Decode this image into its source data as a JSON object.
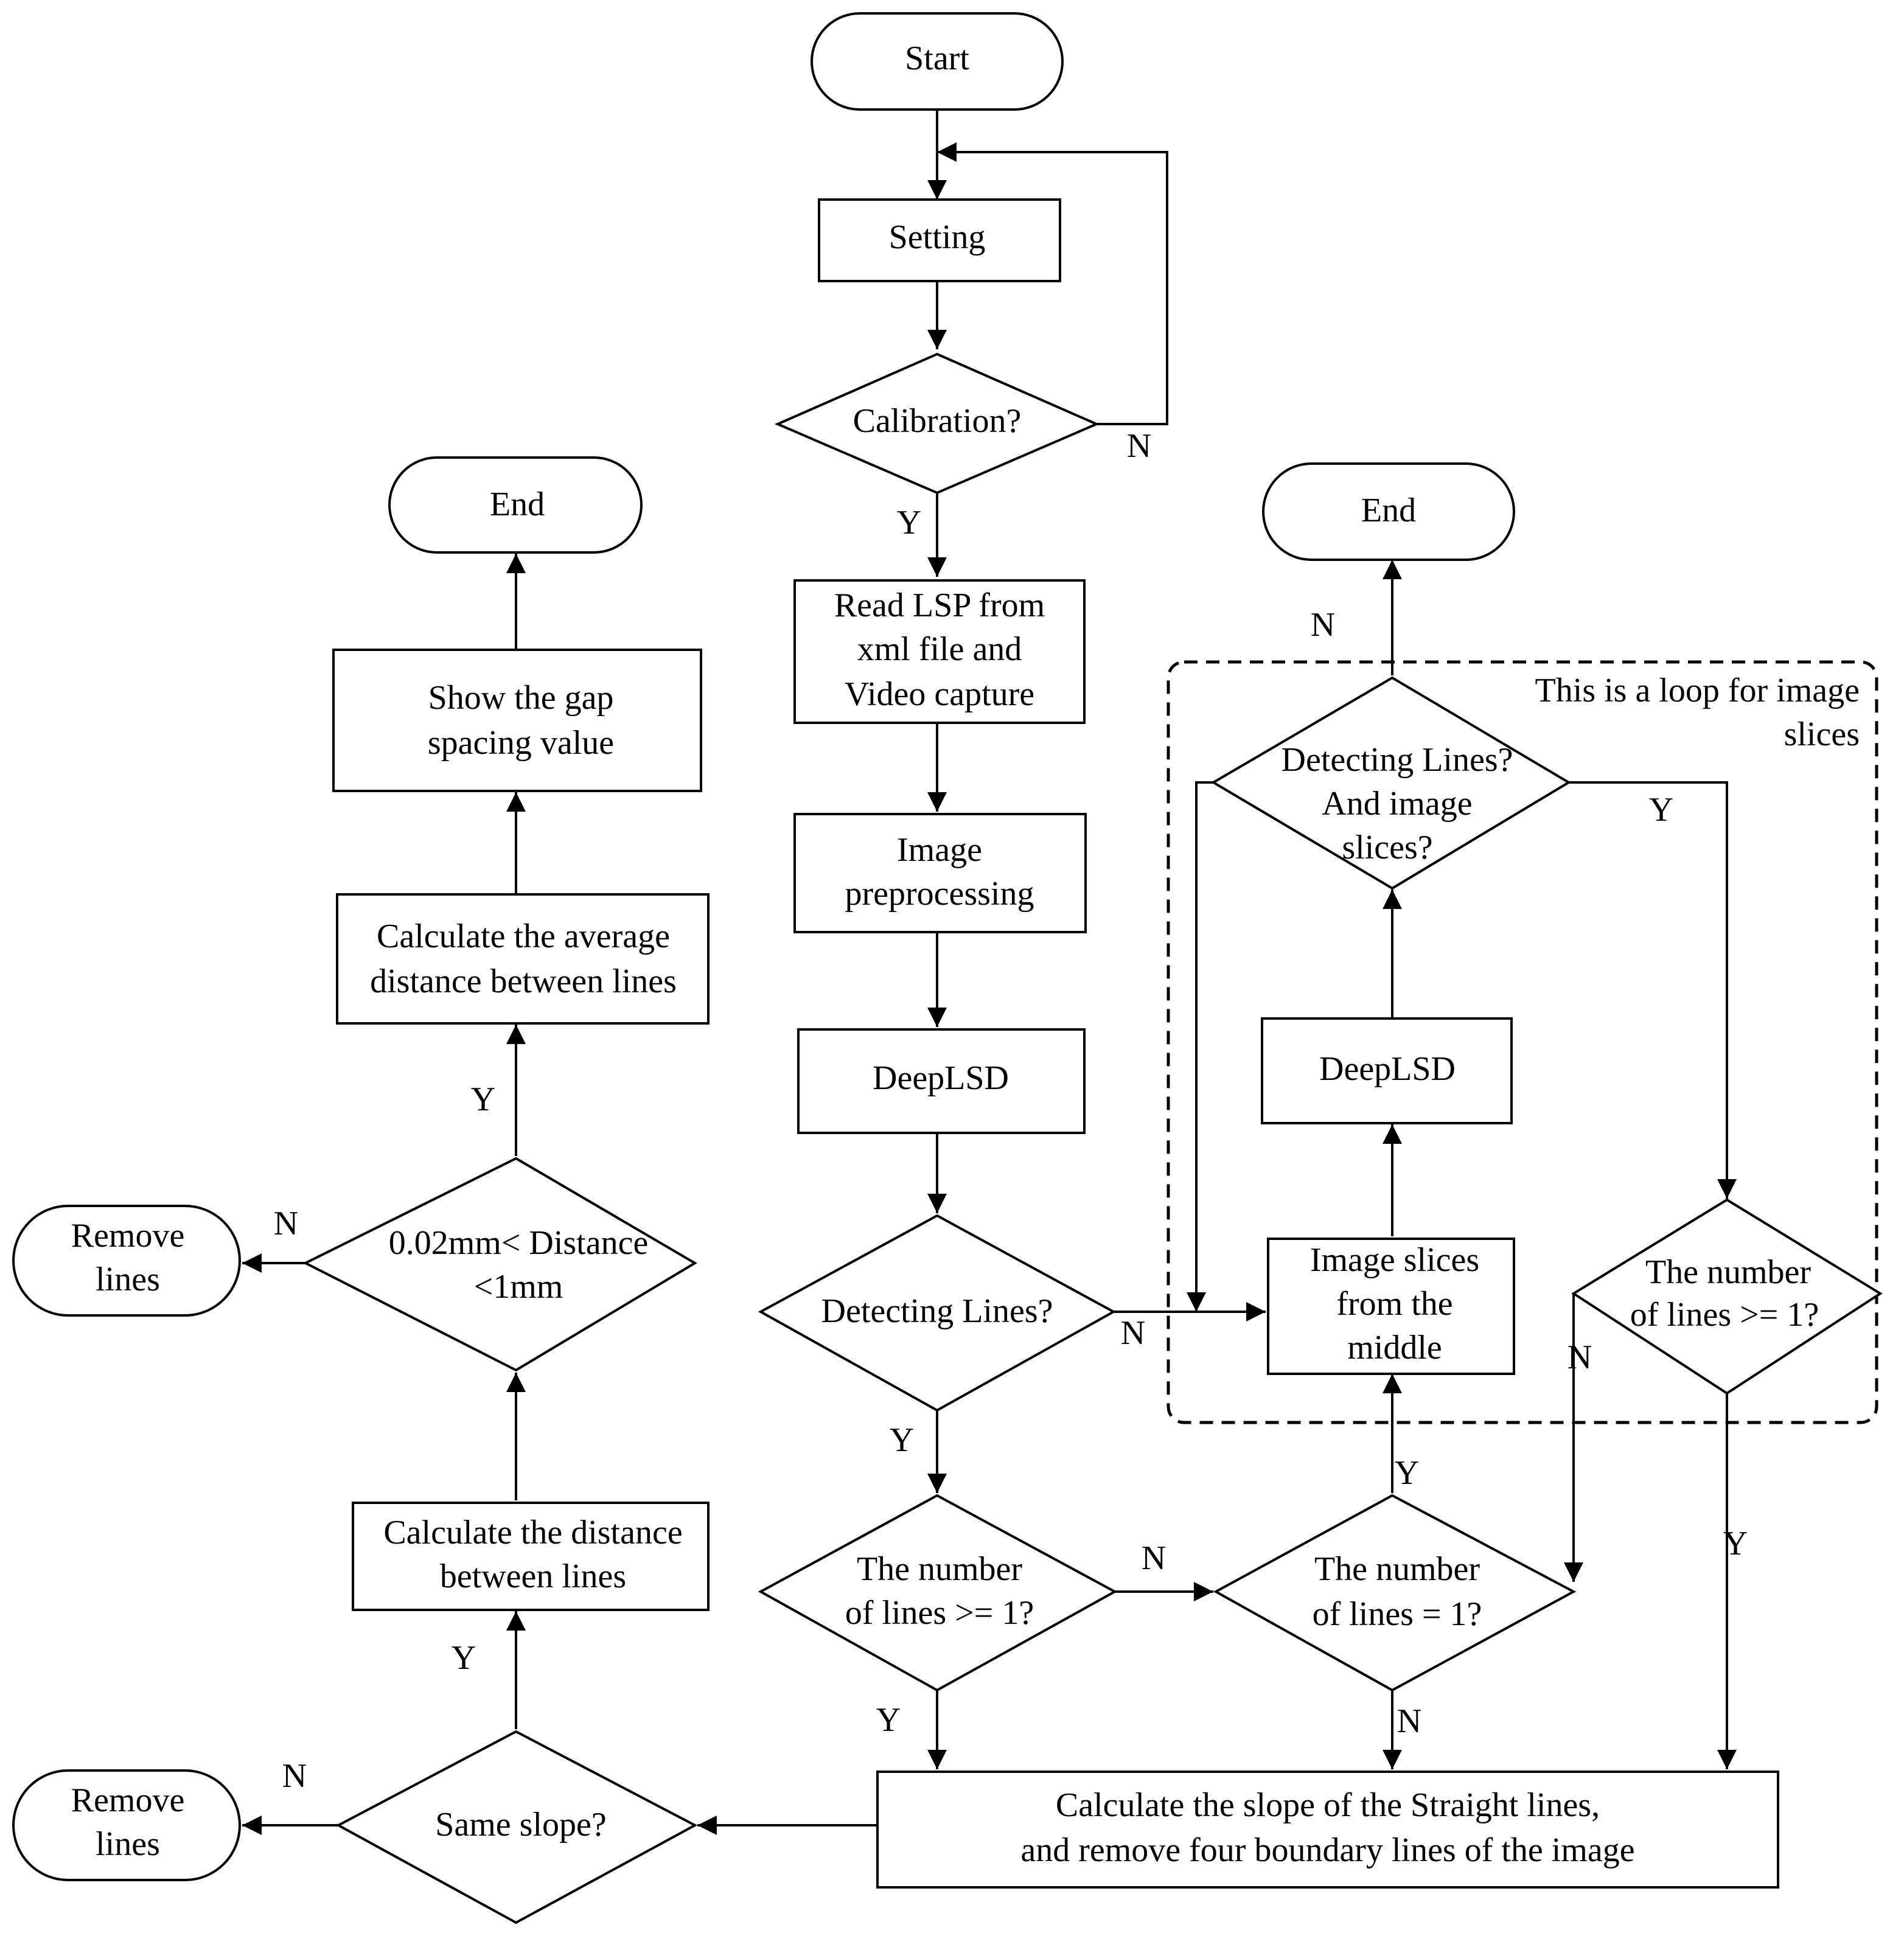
{
  "nodes": {
    "start": [
      "Start"
    ],
    "setting": [
      "Setting"
    ],
    "calibration": [
      "Calibration?"
    ],
    "read_lsp": [
      "Read LSP from",
      "xml file and",
      "Video capture"
    ],
    "preprocess": [
      "Image",
      "preprocessing"
    ],
    "deeplsd_main": [
      "DeepLSD"
    ],
    "detect_main": [
      "Detecting Lines?"
    ],
    "num_ge1_main": [
      "The number",
      "of lines >= 1?"
    ],
    "num_eq1": [
      "The number",
      "of lines = 1?"
    ],
    "slope_calc": [
      "Calculate the slope of the Straight lines,",
      "and remove four boundary lines of the image"
    ],
    "same_slope": [
      "Same slope?"
    ],
    "remove_bottom": [
      "Remove",
      "lines"
    ],
    "calc_distance": [
      "Calculate the distance",
      "between lines"
    ],
    "distance_check": [
      "0.02mm< Distance",
      "<1mm"
    ],
    "remove_mid": [
      "Remove",
      "lines"
    ],
    "calc_avg": [
      "Calculate the average",
      "distance between lines"
    ],
    "show_gap": [
      "Show the gap",
      "spacing value"
    ],
    "end_left": [
      "End"
    ],
    "slices_middle": [
      "Image slices",
      "from the",
      "middle"
    ],
    "deeplsd_loop": [
      "DeepLSD"
    ],
    "detect_slices": [
      "Detecting Lines?",
      "And image",
      "slices?"
    ],
    "end_right": [
      "End"
    ],
    "num_ge1_loop": [
      "The number",
      "of lines >= 1?"
    ]
  },
  "loop_note": [
    "This is a loop for image",
    "slices"
  ],
  "edge_labels": {
    "calibration_no": "N",
    "calibration_yes": "Y",
    "detect_main_no": "N",
    "detect_main_yes": "Y",
    "num_ge1_main_no": "N",
    "num_ge1_main_yes": "Y",
    "num_eq1_yes": "Y",
    "num_eq1_no": "N",
    "detect_slices_no": "N",
    "detect_slices_yes": "Y",
    "num_ge1_loop_no": "N",
    "num_ge1_loop_yes": "Y",
    "same_slope_no": "N",
    "same_slope_yes": "Y",
    "distance_no": "N",
    "distance_yes": "Y"
  }
}
